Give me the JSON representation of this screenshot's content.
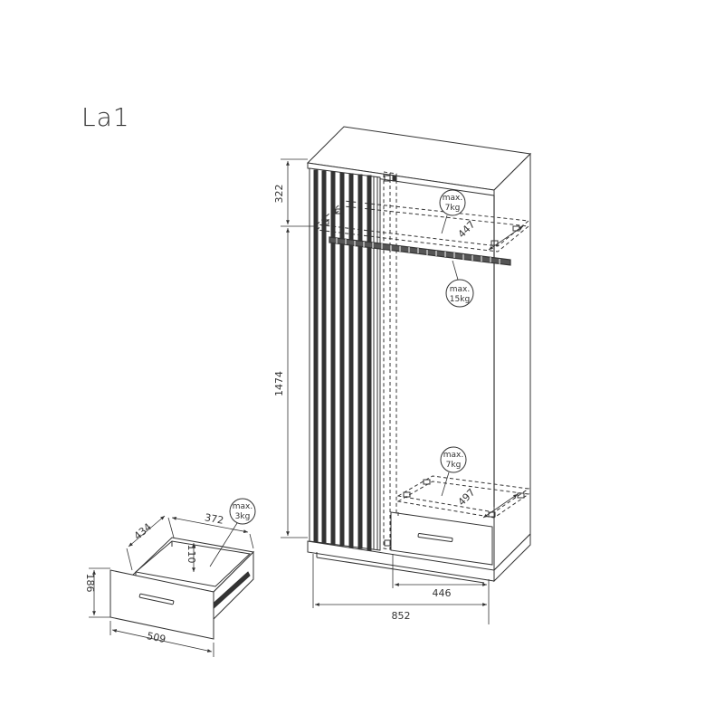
{
  "model_code": "La1",
  "wardrobe": {
    "dim_top_height": "322",
    "dim_hanging_height": "1474",
    "dim_shelf_depth_top": "447",
    "dim_shelf_depth_bottom": "497",
    "dim_width": "852",
    "dim_interior_width": "446",
    "load_shelf_top": {
      "line1": "max.",
      "line2": "7kg"
    },
    "load_rail": {
      "line1": "max.",
      "line2": "15kg"
    },
    "load_shelf_bottom": {
      "line1": "max.",
      "line2": "7kg"
    }
  },
  "drawer": {
    "dim_depth": "434",
    "dim_inner_width": "372",
    "dim_inner_height": "110",
    "dim_front_height": "186",
    "dim_width": "509",
    "load": {
      "line1": "max.",
      "line2": "3kg"
    }
  }
}
